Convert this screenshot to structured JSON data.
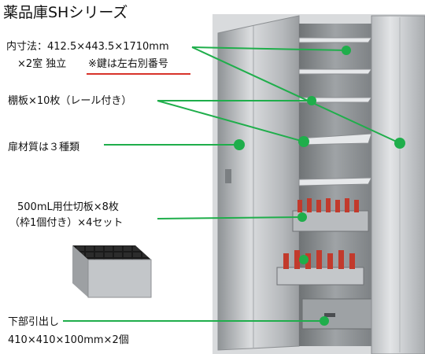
{
  "title": "薬品庫SHシリーズ",
  "specs": {
    "dimensions": "内寸法：412.5×443.5×1710mm",
    "rooms": "×2室 独立",
    "key_note": "※鍵は左右別番号"
  },
  "callouts": {
    "shelves": "棚板×10枚（レール付き）",
    "door_material": "扉材質は３種類",
    "partition_line1": "500mL用仕切板×8枚",
    "partition_line2": "（枠1個付き）×4セット",
    "drawer_line1": "下部引出し",
    "drawer_line2": "410×410×100mm×2個"
  },
  "colors": {
    "callout_line": "#1fae4b",
    "key_underline": "#d8332a",
    "cabinet_steel": "#c9cbcd",
    "bottle_red": "#c23a2c"
  }
}
